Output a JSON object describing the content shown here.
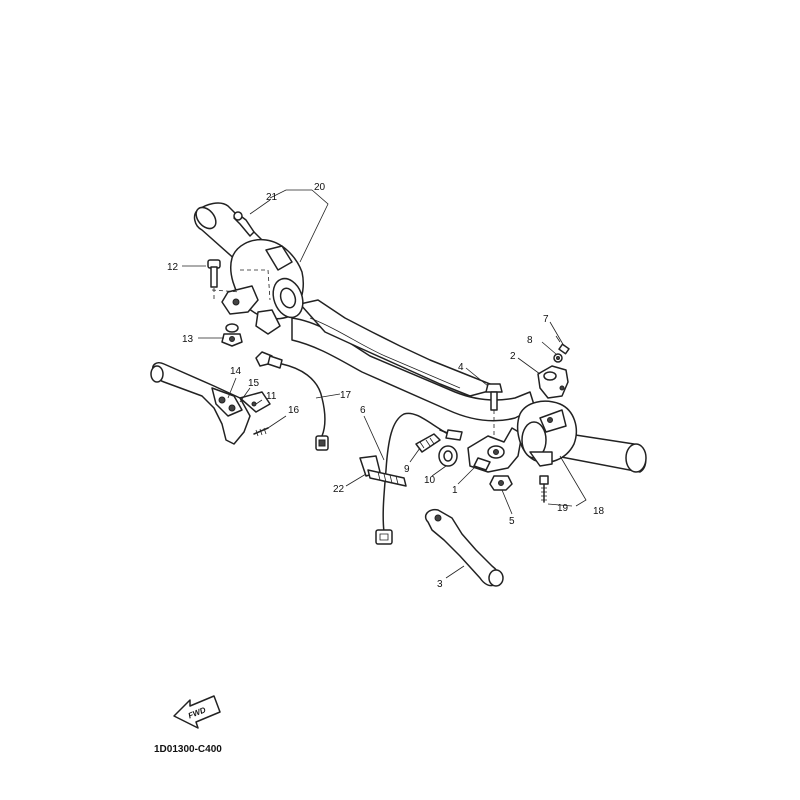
{
  "diagram_code": "1D01300-C400",
  "fwd_label": "FWD",
  "callouts": [
    {
      "id": "1",
      "label": "1"
    },
    {
      "id": "2",
      "label": "2"
    },
    {
      "id": "3",
      "label": "3"
    },
    {
      "id": "4",
      "label": "4"
    },
    {
      "id": "5",
      "label": "5"
    },
    {
      "id": "6",
      "label": "6"
    },
    {
      "id": "7",
      "label": "7"
    },
    {
      "id": "8",
      "label": "8"
    },
    {
      "id": "9",
      "label": "9"
    },
    {
      "id": "10",
      "label": "10"
    },
    {
      "id": "11",
      "label": "11"
    },
    {
      "id": "12",
      "label": "12"
    },
    {
      "id": "13",
      "label": "13"
    },
    {
      "id": "14",
      "label": "14"
    },
    {
      "id": "15",
      "label": "15"
    },
    {
      "id": "16",
      "label": "16"
    },
    {
      "id": "17",
      "label": "17"
    },
    {
      "id": "18",
      "label": "18"
    },
    {
      "id": "19",
      "label": "19"
    },
    {
      "id": "20",
      "label": "20"
    },
    {
      "id": "21",
      "label": "21"
    },
    {
      "id": "22",
      "label": "22"
    }
  ]
}
